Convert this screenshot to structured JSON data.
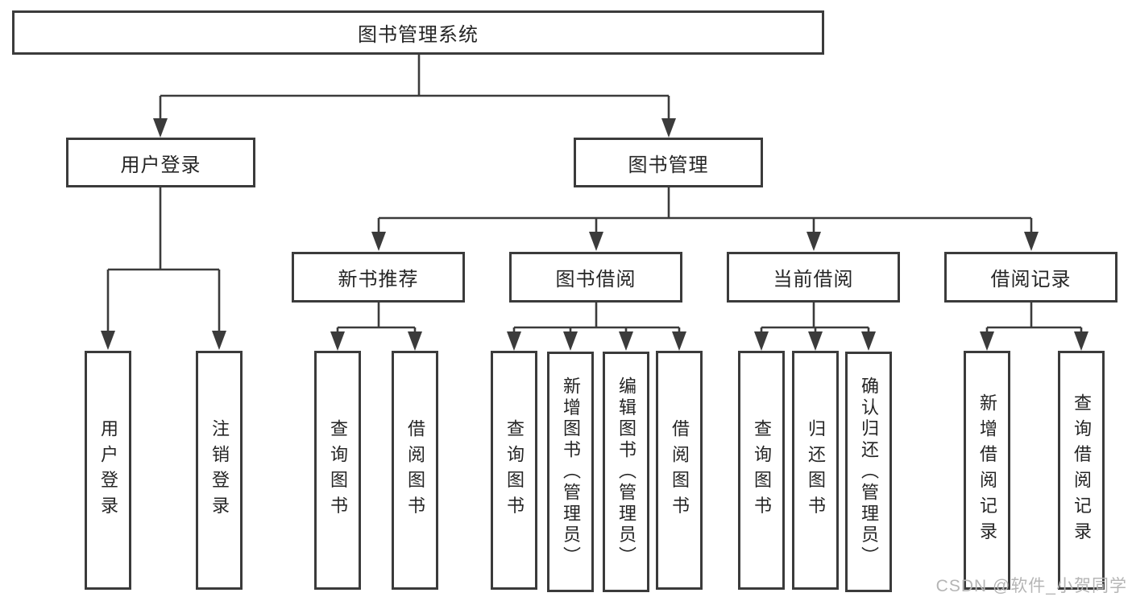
{
  "colors": {
    "background": "#ffffff",
    "line": "#3b3b3b",
    "border": "#3b3b3b",
    "box_fill": "#ffffff",
    "text": "#252525",
    "watermark": "#b5b5b5"
  },
  "root": {
    "label": "图书管理系统"
  },
  "level2": [
    {
      "label": "用户登录"
    },
    {
      "label": "图书管理"
    }
  ],
  "level3": [
    {
      "label": "新书推荐"
    },
    {
      "label": "图书借阅"
    },
    {
      "label": "当前借阅"
    },
    {
      "label": "借阅记录"
    }
  ],
  "leaves": [
    {
      "label": "用户登录"
    },
    {
      "label": "注销登录"
    },
    {
      "label": "查询图书"
    },
    {
      "label": "借阅图书"
    },
    {
      "label": "查询图书"
    },
    {
      "label": "新增图书（管理员）"
    },
    {
      "label": "编辑图书（管理员）"
    },
    {
      "label": "借阅图书"
    },
    {
      "label": "查询图书"
    },
    {
      "label": "归还图书"
    },
    {
      "label": "确认归还（管理员）"
    },
    {
      "label": "新增借阅记录"
    },
    {
      "label": "查询借阅记录"
    }
  ],
  "watermark": "CSDN @软件_小贺同学"
}
